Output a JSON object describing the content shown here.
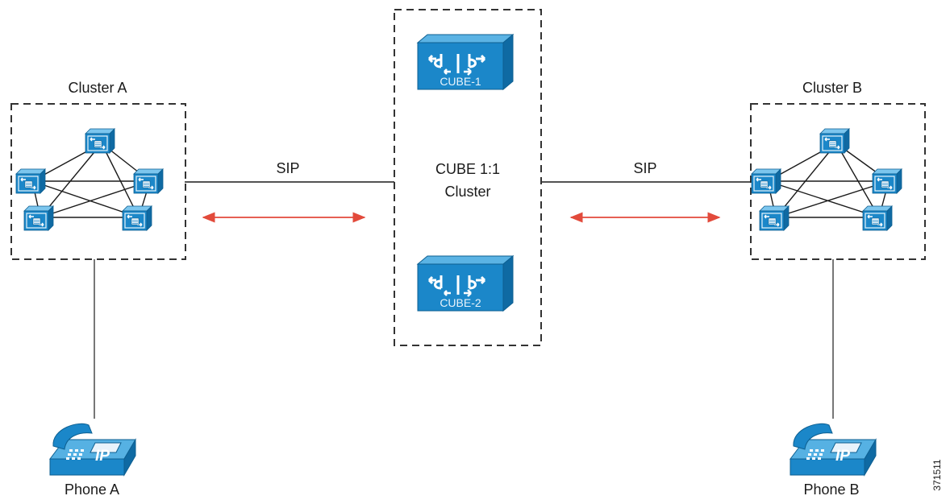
{
  "clusters": {
    "a": {
      "label": "Cluster A"
    },
    "b": {
      "label": "Cluster B"
    }
  },
  "links": {
    "left": {
      "label": "SIP"
    },
    "right": {
      "label": "SIP"
    }
  },
  "cube_cluster": {
    "label_line1": "CUBE 1:1",
    "label_line2": "Cluster",
    "routers": [
      {
        "label": "CUBE-1"
      },
      {
        "label": "CUBE-2"
      }
    ]
  },
  "phones": {
    "a": {
      "label": "Phone A"
    },
    "b": {
      "label": "Phone B"
    }
  },
  "figure_id": "371511",
  "colors": {
    "device_blue": "#1b87c9",
    "device_blue_light": "#56b1e3",
    "arrow_red": "#e24a3b",
    "dashed_border": "#333333"
  }
}
